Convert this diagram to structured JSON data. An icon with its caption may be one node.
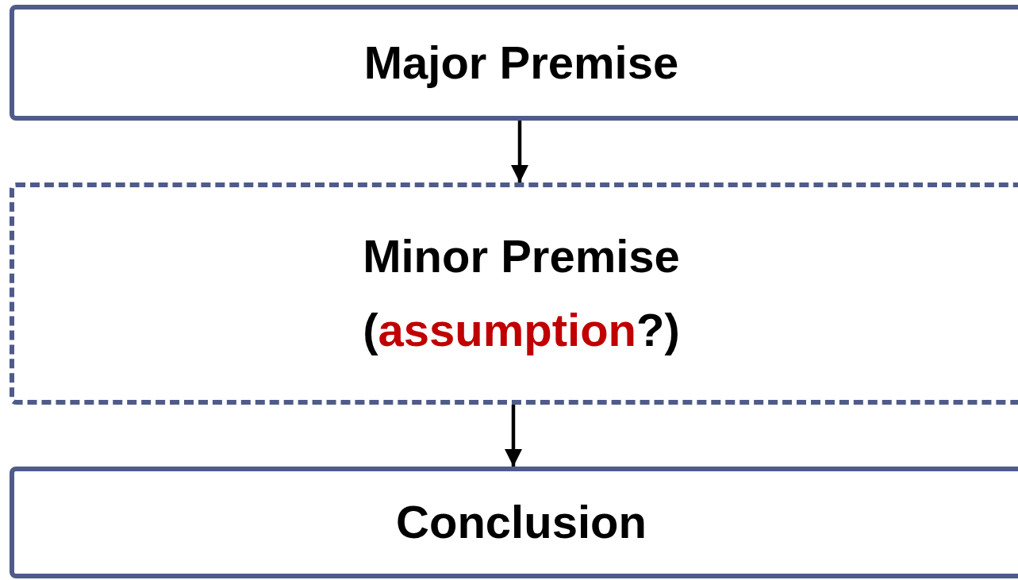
{
  "diagram": {
    "nodes": [
      {
        "text": [
          "Major Premise"
        ]
      },
      {
        "text": [
          "Minor Premise",
          "(**assumption**?)"
        ]
      },
      {
        "text": [
          "Conclusion"
        ]
      }
    ],
    "edges": [
      {
        "from": 0,
        "to": 1,
        "arrow": "to"
      },
      {
        "from": 1,
        "to": 2,
        "arrow": "to"
      }
    ]
  }
}
